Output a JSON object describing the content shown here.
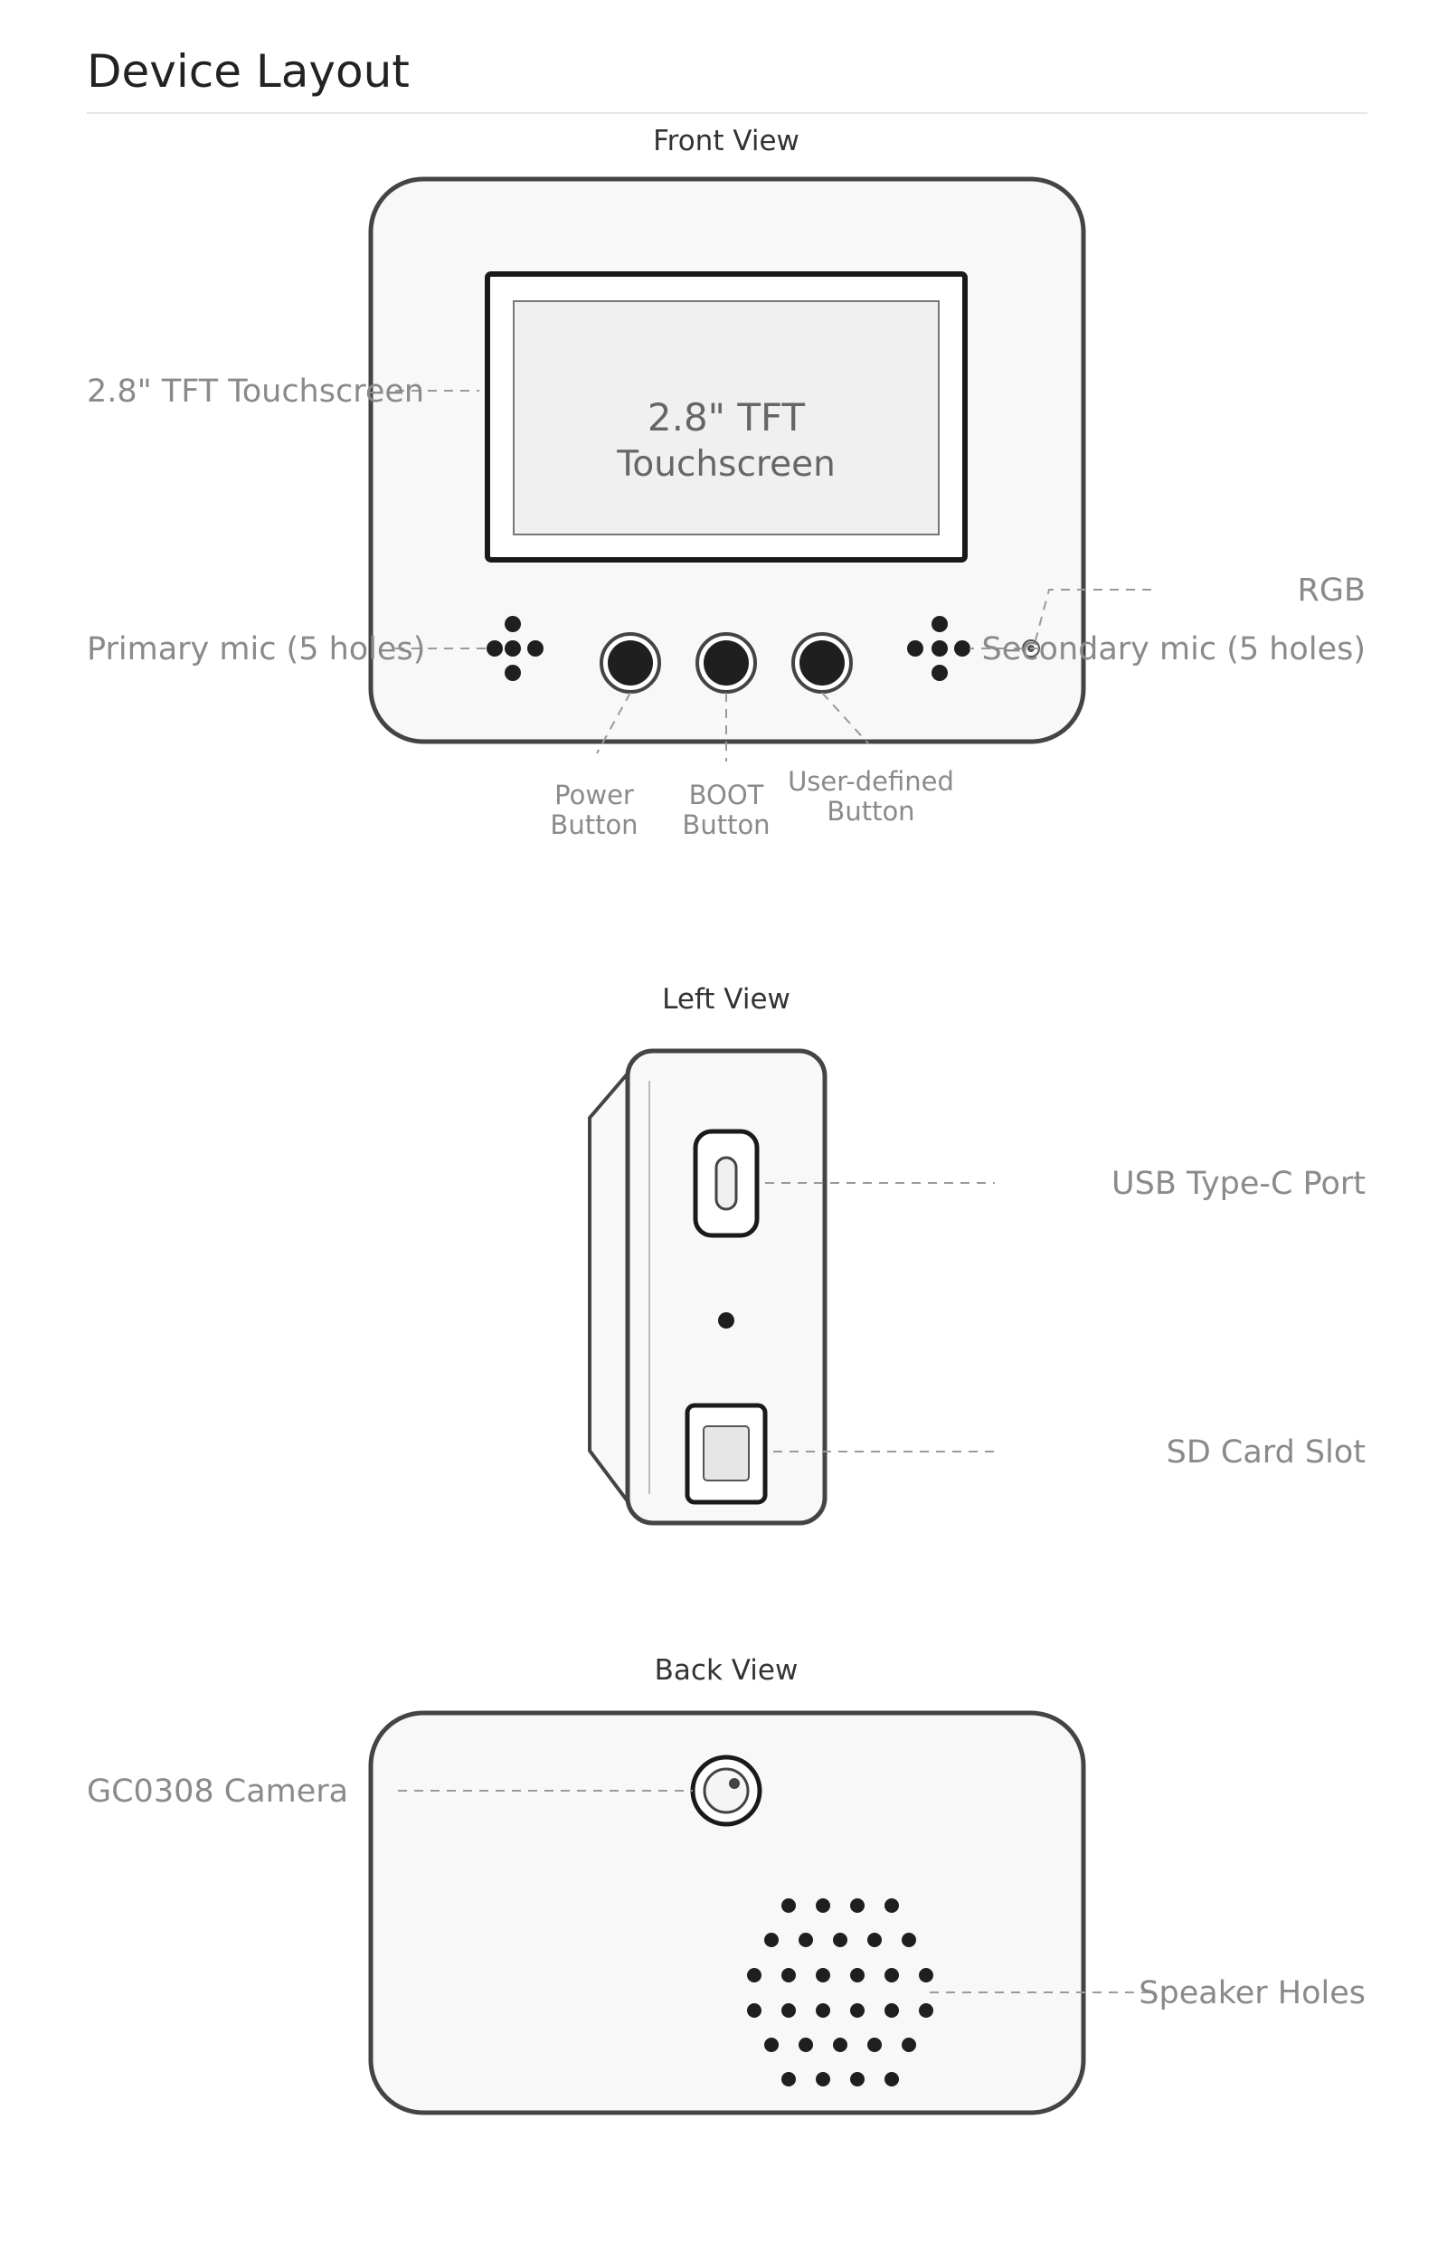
{
  "header": {
    "title": "Device Layout"
  },
  "front_view": {
    "title": "Front View",
    "screen_text_line1": "2.8\" TFT",
    "screen_text_line2": "Touchscreen",
    "callouts": {
      "touchscreen": "2.8\" TFT Touchscreen",
      "primary_mic": "Primary mic (5 holes)",
      "rgb": "RGB",
      "secondary_mic": "Secondary mic (5 holes)"
    },
    "buttons": {
      "power": [
        "Power",
        "Button"
      ],
      "boot": [
        "BOOT",
        "Button"
      ],
      "user": [
        "User-defined",
        "Button"
      ]
    }
  },
  "left_view": {
    "title": "Left View",
    "callouts": {
      "usb": "USB Type-C Port",
      "sd": "SD Card Slot"
    }
  },
  "back_view": {
    "title": "Back View",
    "callouts": {
      "camera": "GC0308 Camera",
      "speaker": "Speaker Holes"
    }
  },
  "colors": {
    "outline": "#444444",
    "body_fill": "#f8f8f8",
    "screen_fill": "#f0f0f0",
    "hole": "#1f1f1f",
    "label": "#8a8a8a",
    "leader": "#9a9a9a"
  }
}
